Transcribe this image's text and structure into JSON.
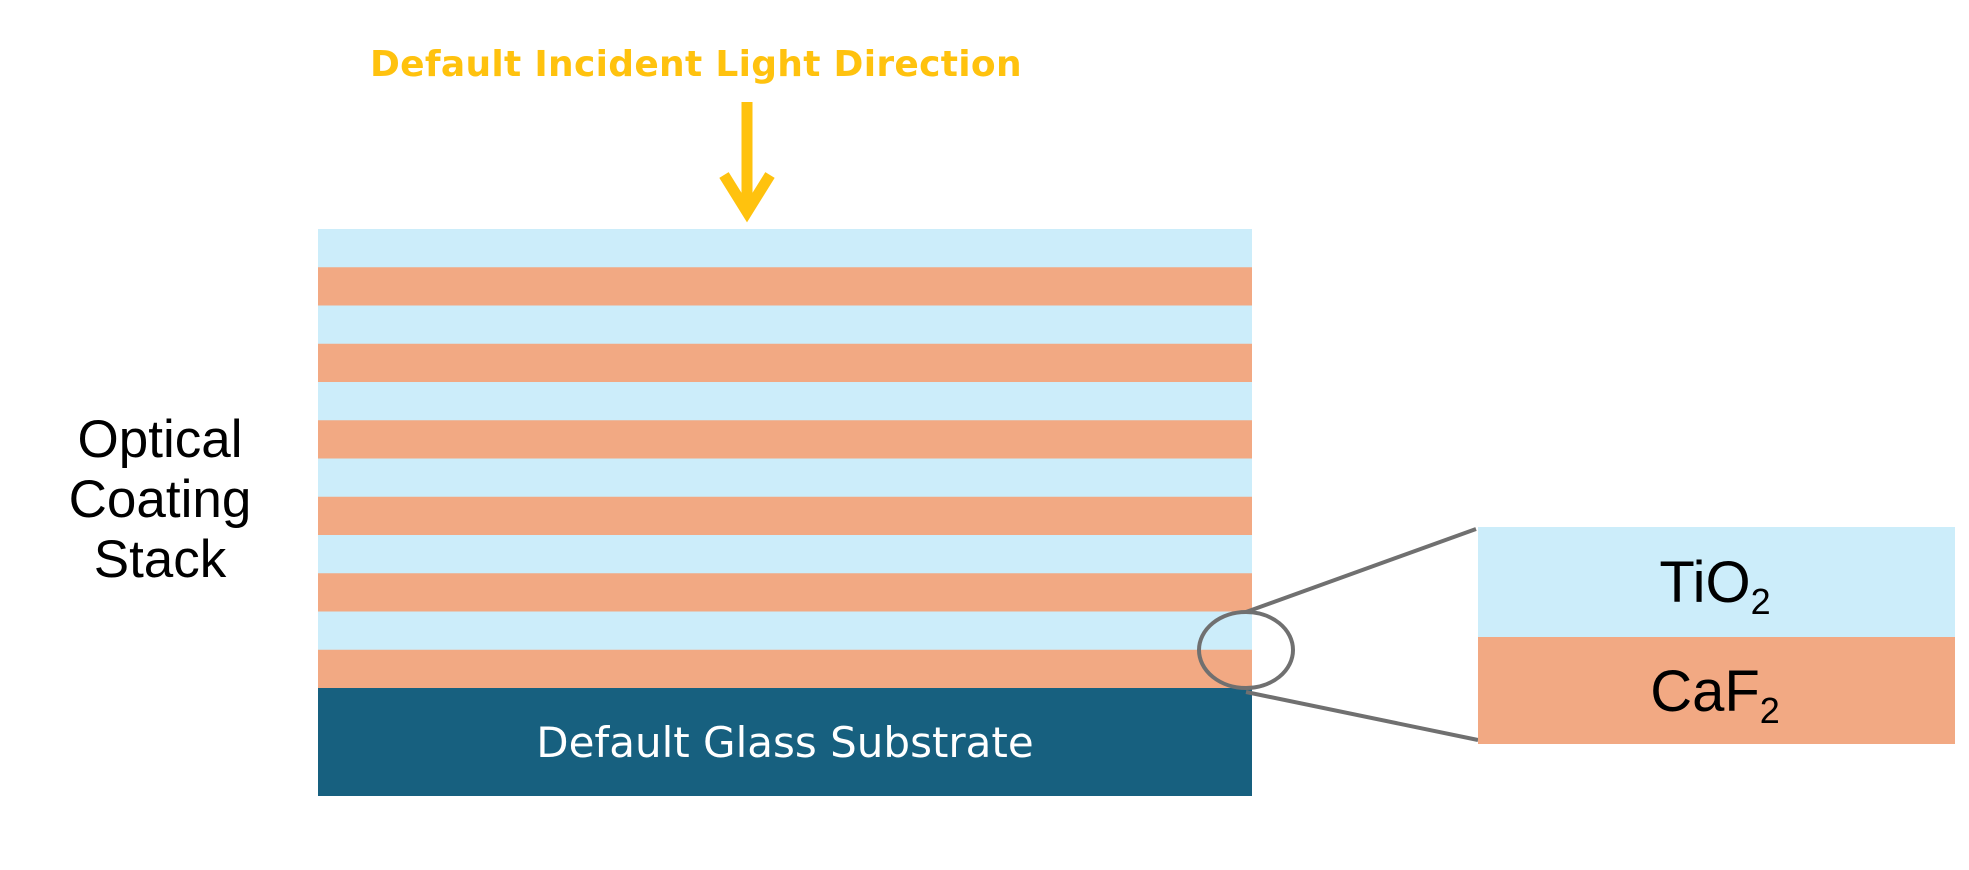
{
  "title": {
    "text": "Default Incident Light Direction",
    "color": "#FFC20E"
  },
  "stack_label": [
    "Optical",
    "Coating",
    "Stack"
  ],
  "layers": [
    {
      "material": "TiO2",
      "color": "#CCEDFA"
    },
    {
      "material": "CaF2",
      "color": "#F2A983"
    },
    {
      "material": "TiO2",
      "color": "#CCEDFA"
    },
    {
      "material": "CaF2",
      "color": "#F2A983"
    },
    {
      "material": "TiO2",
      "color": "#CCEDFA"
    },
    {
      "material": "CaF2",
      "color": "#F2A983"
    },
    {
      "material": "TiO2",
      "color": "#CCEDFA"
    },
    {
      "material": "CaF2",
      "color": "#F2A983"
    },
    {
      "material": "TiO2",
      "color": "#CCEDFA"
    },
    {
      "material": "CaF2",
      "color": "#F2A983"
    },
    {
      "material": "TiO2",
      "color": "#CCEDFA"
    },
    {
      "material": "CaF2",
      "color": "#F2A983"
    }
  ],
  "substrate": {
    "label": "Default Glass Substrate",
    "color": "#17607F"
  },
  "inset": {
    "top": {
      "base": "TiO",
      "sub": "2",
      "color": "#CCEDFA"
    },
    "bottom": {
      "base": "CaF",
      "sub": "2",
      "color": "#F2A983"
    },
    "callout_color": "#707070"
  }
}
